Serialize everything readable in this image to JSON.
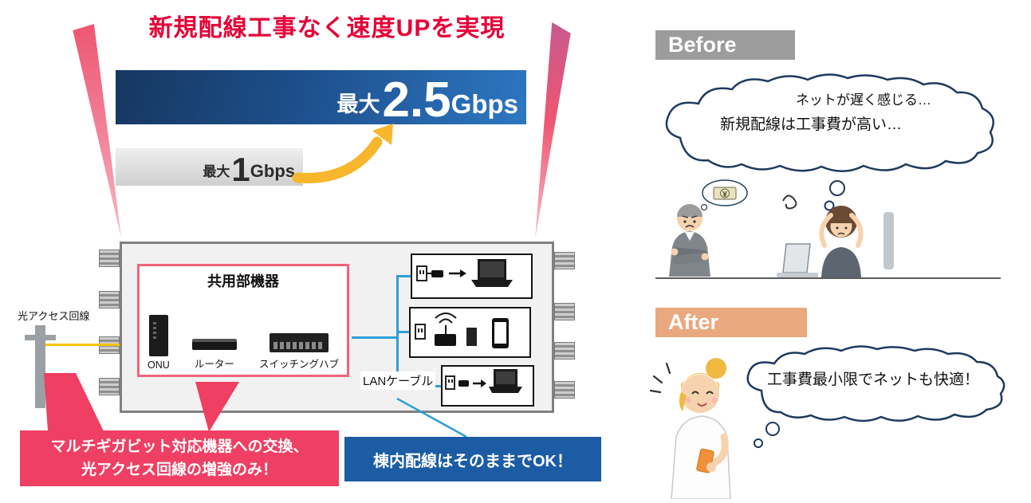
{
  "title": "新規配線工事なく速度UPを実現",
  "speed": {
    "after": {
      "prefix": "最大",
      "value": "2.5",
      "unit": "Gbps"
    },
    "before": {
      "prefix": "最大",
      "value": "1",
      "unit": "Gbps"
    }
  },
  "building": {
    "access_line_label": "光アクセス回線",
    "shared_equipment_title": "共用部機器",
    "devices": [
      {
        "label": "ONU"
      },
      {
        "label": "ルーター"
      },
      {
        "label": "スイッチングハブ"
      }
    ],
    "lan_cable_label": "LANケーブル"
  },
  "callouts": {
    "replace": {
      "line1": "マルチギガビット対応機器への交換、",
      "line2": "光アクセス回線の増強のみ！"
    },
    "wiring_ok": "棟内配線はそのままでOK！"
  },
  "before_section": {
    "badge": "Before",
    "thought_line1": "ネットが遅く感じる…",
    "thought_line2": "新規配線は工事費が高い…",
    "money_symbol": "¥"
  },
  "after_section": {
    "badge": "After",
    "thought": "工事費最小限でネットも快適！"
  },
  "colors": {
    "title_red": "#e50038",
    "bar_blue_dark": "#16375f",
    "bar_blue_light": "#2d77c2",
    "pink_accent": "#ef3f63",
    "callout_blue": "#1c5ca5",
    "before_gray": "#9c9c9c",
    "after_orange": "#eaa87e",
    "lan_cable_blue": "#2e9fd4",
    "fiber_yellow": "#f5c400"
  }
}
